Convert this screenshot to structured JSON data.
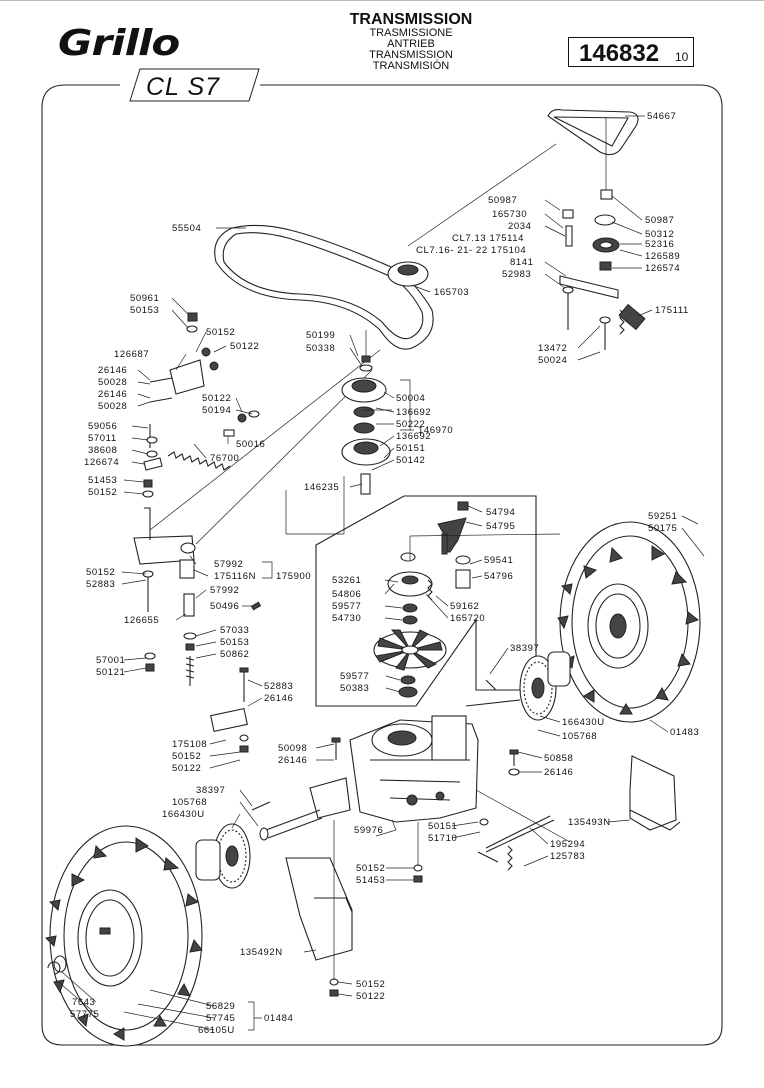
{
  "header": {
    "brand": "Grillo",
    "model": "CL  S7",
    "title": "TRANSMISSION",
    "subtitles": [
      "TRASMISSIONE",
      "ANTRIEB",
      "TRANSMISSION",
      "TRANSMISIÓN"
    ],
    "code": "146832",
    "revision": "10"
  },
  "parts": {
    "p54667": "54667",
    "p50987a": "50987",
    "p165730": "165730",
    "p2034": "2034",
    "pcl713": "CL7.13 175114",
    "pcl716": "CL7.16- 21- 22 175104",
    "p8141": "8141",
    "p52983": "52983",
    "p50987b": "50987",
    "p50312": "50312",
    "p52316": "52316",
    "p126589": "126589",
    "p126574": "126574",
    "p175111": "175111",
    "p13472": "13472",
    "p50024": "50024",
    "p55504": "55504",
    "p165703": "165703",
    "p50961": "50961",
    "p50153a": "50153",
    "p50152a": "50152",
    "p50122a": "50122",
    "p126687": "126687",
    "p26146a": "26146",
    "p50028a": "50028",
    "p26146b": "26146",
    "p50028b": "50028",
    "p50199": "50199",
    "p50338": "50338",
    "p50004": "50004",
    "p136692a": "136692",
    "p50222": "50222",
    "p136692b": "136692",
    "p50151a": "50151",
    "p50142": "50142",
    "p146970": "146970",
    "p146235": "146235",
    "p50122b": "50122",
    "p50194": "50194",
    "p50016": "50016",
    "p59056": "59056",
    "p57011": "57011",
    "p38608": "38608",
    "p126674": "126674",
    "p76700": "76700",
    "p51453a": "51453",
    "p50152b": "50152",
    "p57992a": "57992",
    "p175116n": "175116N",
    "p175900": "175900",
    "p50152c": "50152",
    "p52883a": "52883",
    "p57992b": "57992",
    "p126655": "126655",
    "p50496": "50496",
    "p57033": "57033",
    "p50153b": "50153",
    "p50862": "50862",
    "p57001": "57001",
    "p50121": "50121",
    "p54794": "54794",
    "p54795": "54795",
    "p59541": "59541",
    "p54796": "54796",
    "p53261": "53261",
    "p54806": "54806",
    "p59577a": "59577",
    "p54730": "54730",
    "p59162": "59162",
    "p165720": "165720",
    "p59577b": "59577",
    "p50383": "50383",
    "p59251": "59251",
    "p50175": "50175",
    "p38397a": "38397",
    "p166430ua": "166430U",
    "p105768a": "105768",
    "p01483": "01483",
    "p52883b": "52883",
    "p26146c": "26146",
    "p175108": "175108",
    "p50152d": "50152",
    "p50122c": "50122",
    "p50098": "50098",
    "p26146d": "26146",
    "p50858": "50858",
    "p26146e": "26146",
    "p38397b": "38397",
    "p105768b": "105768",
    "p166430ub": "166430U",
    "p59976": "59976",
    "p50151b": "50151",
    "p51710": "51710",
    "p195294": "195294",
    "p125783": "125783",
    "p135493n": "135493N",
    "p50152e": "50152",
    "p51453b": "51453",
    "p135492n": "135492N",
    "p50152f": "50152",
    "p50122d": "50122",
    "p7643": "7643",
    "p57775": "57775",
    "p56829": "56829",
    "p57745": "57745",
    "p66105u": "66105U",
    "p01484": "01484"
  }
}
